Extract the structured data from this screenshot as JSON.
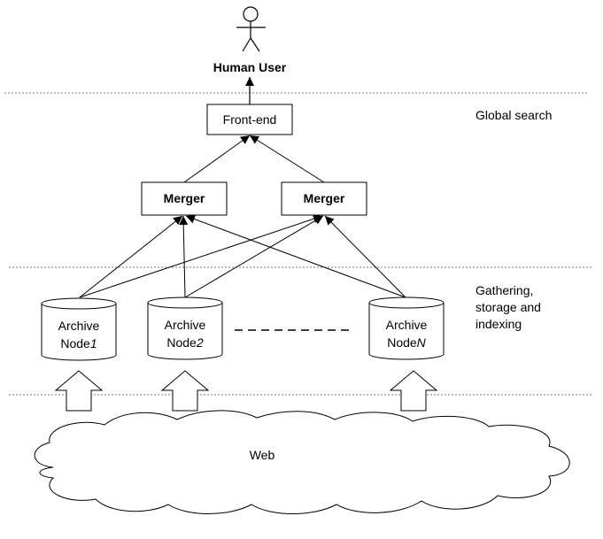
{
  "user": {
    "label": "Human User"
  },
  "frontend": {
    "label": "Front-end"
  },
  "mergers": [
    {
      "label": "Merger"
    },
    {
      "label": "Merger"
    }
  ],
  "archives": [
    {
      "line1": "Archive",
      "line2_prefix": "Node",
      "line2_index": "1"
    },
    {
      "line1": "Archive",
      "line2_prefix": "Node",
      "line2_index": "2"
    },
    {
      "line1": "Archive",
      "line2_prefix": "Node",
      "line2_index": "N"
    }
  ],
  "layers": {
    "global": "Global search",
    "gathering": [
      "Gathering,",
      "storage and",
      "indexing"
    ]
  },
  "web": {
    "label": "Web"
  }
}
